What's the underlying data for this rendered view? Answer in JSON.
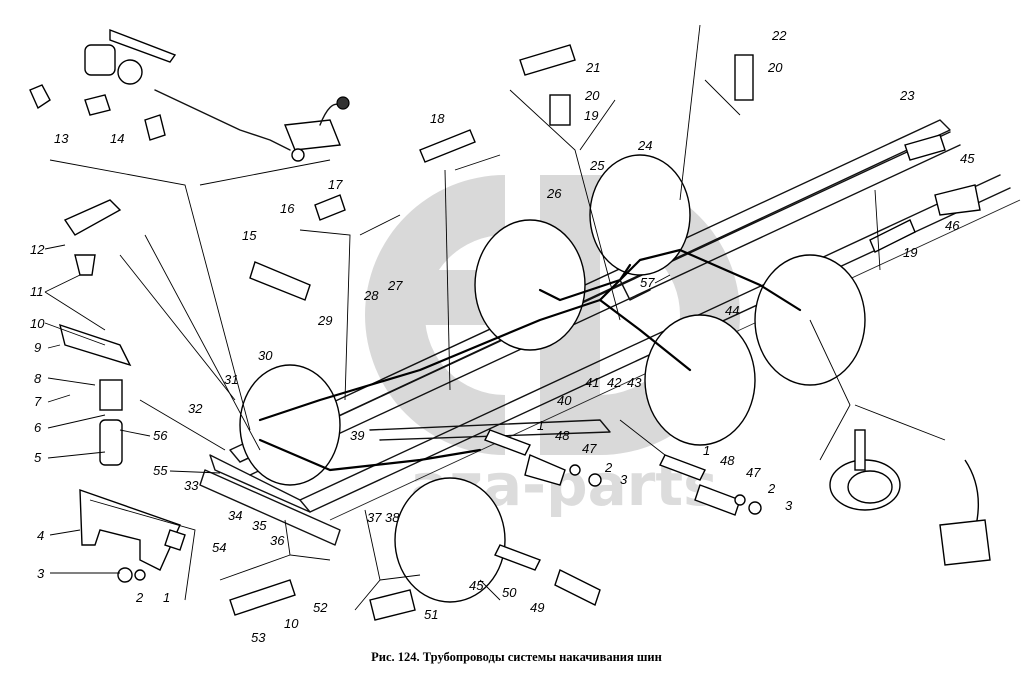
{
  "figure": {
    "caption": "Рис. 124. Трубопроводы системы накачивания шин",
    "watermark_text": "aza-parts",
    "watermark_logo": "GD-logo"
  },
  "callouts": [
    {
      "id": "c1a",
      "label": "1"
    },
    {
      "id": "c2a",
      "label": "2"
    },
    {
      "id": "c3a",
      "label": "3"
    },
    {
      "id": "c4",
      "label": "4"
    },
    {
      "id": "c5",
      "label": "5"
    },
    {
      "id": "c6",
      "label": "6"
    },
    {
      "id": "c7",
      "label": "7"
    },
    {
      "id": "c8",
      "label": "8"
    },
    {
      "id": "c9",
      "label": "9"
    },
    {
      "id": "c10a",
      "label": "10"
    },
    {
      "id": "c11",
      "label": "11"
    },
    {
      "id": "c12",
      "label": "12"
    },
    {
      "id": "c13",
      "label": "13"
    },
    {
      "id": "c14",
      "label": "14"
    },
    {
      "id": "c15",
      "label": "15"
    },
    {
      "id": "c16",
      "label": "16"
    },
    {
      "id": "c17",
      "label": "17"
    },
    {
      "id": "c18",
      "label": "18"
    },
    {
      "id": "c19a",
      "label": "19"
    },
    {
      "id": "c20a",
      "label": "20"
    },
    {
      "id": "c21",
      "label": "21"
    },
    {
      "id": "c20b",
      "label": "20"
    },
    {
      "id": "c22",
      "label": "22"
    },
    {
      "id": "c19b",
      "label": "19"
    },
    {
      "id": "c23",
      "label": "23"
    },
    {
      "id": "c24",
      "label": "24"
    },
    {
      "id": "c25",
      "label": "25"
    },
    {
      "id": "c26",
      "label": "26"
    },
    {
      "id": "c27",
      "label": "27"
    },
    {
      "id": "c28",
      "label": "28"
    },
    {
      "id": "c29",
      "label": "29"
    },
    {
      "id": "c30",
      "label": "30"
    },
    {
      "id": "c31",
      "label": "31"
    },
    {
      "id": "c32",
      "label": "32"
    },
    {
      "id": "c33",
      "label": "33"
    },
    {
      "id": "c34",
      "label": "34"
    },
    {
      "id": "c35",
      "label": "35"
    },
    {
      "id": "c36",
      "label": "36"
    },
    {
      "id": "c37",
      "label": "37"
    },
    {
      "id": "c38",
      "label": "38"
    },
    {
      "id": "c39",
      "label": "39"
    },
    {
      "id": "c40",
      "label": "40"
    },
    {
      "id": "c41",
      "label": "41"
    },
    {
      "id": "c42",
      "label": "42"
    },
    {
      "id": "c43",
      "label": "43"
    },
    {
      "id": "c44",
      "label": "44"
    },
    {
      "id": "c45a",
      "label": "45"
    },
    {
      "id": "c46",
      "label": "46"
    },
    {
      "id": "c45b",
      "label": "45"
    },
    {
      "id": "c1b",
      "label": "1"
    },
    {
      "id": "c48a",
      "label": "48"
    },
    {
      "id": "c47a",
      "label": "47"
    },
    {
      "id": "c2b",
      "label": "2"
    },
    {
      "id": "c3b",
      "label": "3"
    },
    {
      "id": "c1c",
      "label": "1"
    },
    {
      "id": "c48b",
      "label": "48"
    },
    {
      "id": "c47b",
      "label": "47"
    },
    {
      "id": "c2c",
      "label": "2"
    },
    {
      "id": "c3c",
      "label": "3"
    },
    {
      "id": "c49",
      "label": "49"
    },
    {
      "id": "c50",
      "label": "50"
    },
    {
      "id": "c51",
      "label": "51"
    },
    {
      "id": "c52",
      "label": "52"
    },
    {
      "id": "c10b",
      "label": "10"
    },
    {
      "id": "c53",
      "label": "53"
    },
    {
      "id": "c54",
      "label": "54"
    },
    {
      "id": "c55",
      "label": "55"
    },
    {
      "id": "c56",
      "label": "56"
    },
    {
      "id": "c57",
      "label": "57"
    }
  ]
}
